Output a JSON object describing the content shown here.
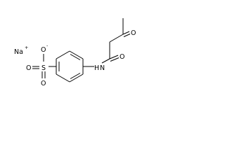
{
  "molecule": {
    "atoms": {
      "sodium": "Na",
      "sodium_charge": "+",
      "oxide_o": "O",
      "oxide_charge": "-",
      "sulfonyl_o": "O",
      "sulfur": "S",
      "sulfonyl_o_lower": "O",
      "amide_n": "N",
      "amide_h": "H",
      "amide_o": "O",
      "ketone_o": "O"
    }
  }
}
